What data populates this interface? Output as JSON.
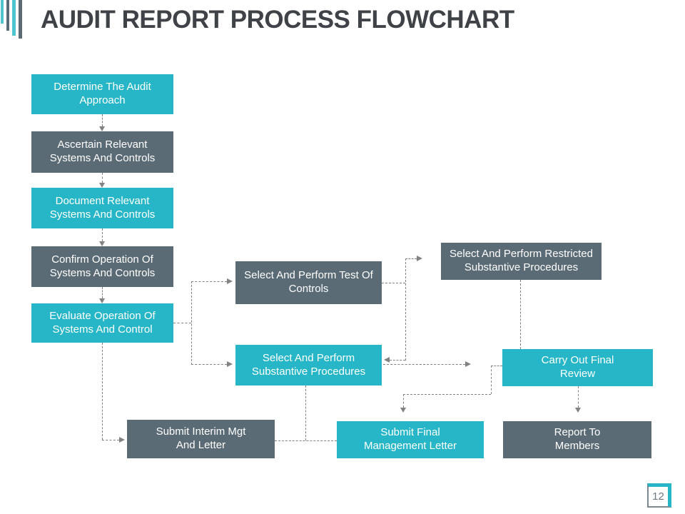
{
  "slide": {
    "title": "AUDIT REPORT PROCESS FLOWCHART",
    "page_number": "12"
  },
  "colors": {
    "teal": "#26b6c7",
    "slate": "#5b6b76",
    "connector": "#828282",
    "title_text": "#3f4347",
    "box_text": "#ffffff",
    "page_number_text": "#6d787f",
    "badge_gray": "#7b8891"
  },
  "logo": {
    "bar_colors": [
      "#4ec4ce",
      "#5b6b76",
      "#4ec4ce",
      "#5b6b76"
    ]
  },
  "flowchart": {
    "boxes": [
      {
        "id": "determine",
        "label": "Determine The Audit Approach",
        "color": "teal"
      },
      {
        "id": "ascertain",
        "label": "Ascertain Relevant Systems And Controls",
        "color": "slate"
      },
      {
        "id": "document",
        "label": "Document Relevant Systems And Controls",
        "color": "teal"
      },
      {
        "id": "confirm",
        "label": "Confirm Operation Of Systems And Controls",
        "color": "slate"
      },
      {
        "id": "evaluate",
        "label": "Evaluate Operation Of Systems And Control",
        "color": "teal"
      },
      {
        "id": "test",
        "label": "Select And Perform Test Of Controls",
        "color": "slate"
      },
      {
        "id": "substantive",
        "label": "Select And Perform Substantive Procedures",
        "color": "teal"
      },
      {
        "id": "restricted",
        "label": "Select And Perform Restricted Substantive Procedures",
        "color": "slate"
      },
      {
        "id": "carryout",
        "label": "Carry Out Final Review",
        "color": "teal"
      },
      {
        "id": "interim",
        "label": "Submit Interim Mgt And Letter",
        "color": "slate"
      },
      {
        "id": "final",
        "label": "Submit Final Management Letter",
        "color": "teal"
      },
      {
        "id": "report",
        "label": "Report To Members",
        "color": "slate"
      }
    ]
  }
}
